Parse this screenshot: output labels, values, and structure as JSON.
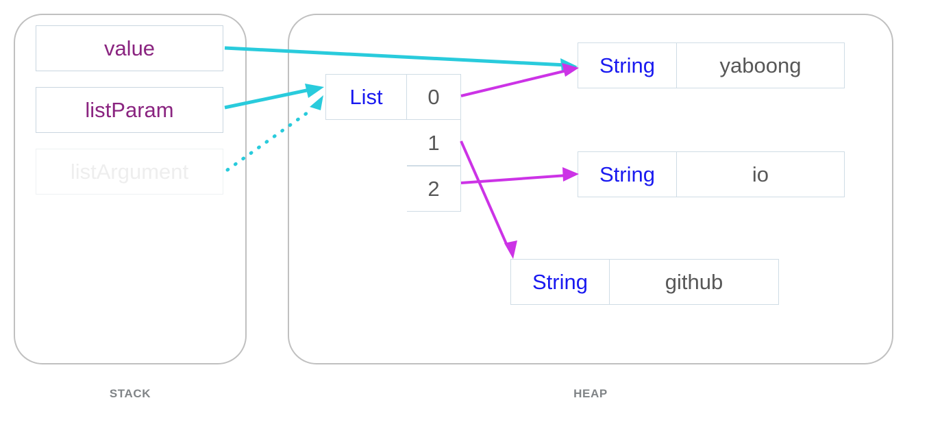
{
  "regions": {
    "stack": {
      "caption": "STACK"
    },
    "heap": {
      "caption": "HEAP"
    }
  },
  "stack_variables": [
    {
      "name": "value",
      "state": "active"
    },
    {
      "name": "listParam",
      "state": "active"
    },
    {
      "name": "listArgument",
      "state": "faded"
    }
  ],
  "heap_objects": {
    "list": {
      "type_label": "List",
      "indices": [
        "0",
        "1",
        "2"
      ]
    },
    "strings": [
      {
        "type_label": "String",
        "value": "yaboong"
      },
      {
        "type_label": "String",
        "value": "io"
      },
      {
        "type_label": "String",
        "value": "github"
      }
    ]
  },
  "arrows": [
    {
      "from": "value",
      "to": "string-yaboong",
      "style": "solid",
      "color": "#29cbdc"
    },
    {
      "from": "listParam",
      "to": "list",
      "style": "solid",
      "color": "#29cbdc"
    },
    {
      "from": "listArgument",
      "to": "list",
      "style": "dotted",
      "color": "#29cbdc"
    },
    {
      "from": "list-index-0",
      "to": "string-yaboong",
      "style": "solid",
      "color": "#cc33e6"
    },
    {
      "from": "list-index-1",
      "to": "string-github",
      "style": "solid",
      "color": "#cc33e6"
    },
    {
      "from": "list-index-2",
      "to": "string-io",
      "style": "solid",
      "color": "#cc33e6"
    }
  ],
  "colors": {
    "variable_text": "#8a2480",
    "variable_text_faded": "#eeeeee",
    "type_text": "#1919f0",
    "value_text": "#575757",
    "caption_text": "#808487",
    "box_border": "#cfdce5",
    "region_border": "#9a9a9a",
    "reference_arrow": "#29cbdc",
    "heap_arrow": "#cc33e6",
    "background": "#ffffff"
  }
}
